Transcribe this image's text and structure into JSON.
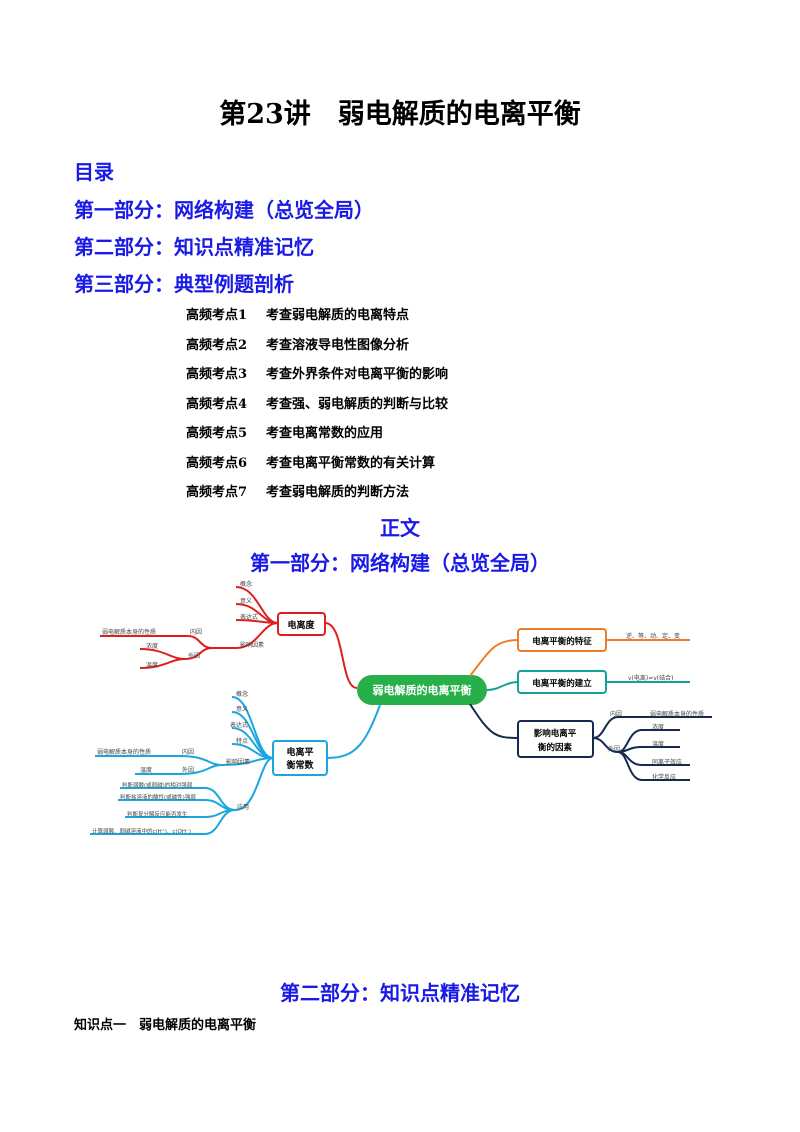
{
  "title": "第23讲　弱电解质的电离平衡",
  "toc": {
    "heading": "目录",
    "parts": [
      "第一部分：网络构建（总览全局）",
      "第二部分：知识点精准记忆",
      "第三部分：典型例题剖析"
    ],
    "items": [
      {
        "num": "高频考点1",
        "text": "考查弱电解质的电离特点"
      },
      {
        "num": "高频考点2",
        "text": "考查溶液导电性图像分析"
      },
      {
        "num": "高频考点3",
        "text": "考查外界条件对电离平衡的影响"
      },
      {
        "num": "高频考点4",
        "text": "考查强、弱电解质的判断与比较"
      },
      {
        "num": "高频考点5",
        "text": "考查电离常数的应用"
      },
      {
        "num": "高频考点6",
        "text": "考查电离平衡常数的有关计算"
      },
      {
        "num": "高频考点7",
        "text": "考查弱电解质的判断方法"
      }
    ]
  },
  "body_heading": "正文",
  "part1_heading": "第一部分：网络构建（总览全局）",
  "mindmap": {
    "center": "弱电解质的电离平衡",
    "degree": {
      "label": "电离度",
      "items": [
        "概念",
        "意义",
        "表达式"
      ],
      "influence": "影响因素",
      "internal": "内因",
      "internal_leaf": "弱电解质本身的性质",
      "external": "外因",
      "external_items": [
        "浓度",
        "温度"
      ]
    },
    "constant": {
      "label_1": "电离平",
      "label_2": "衡常数",
      "items": [
        "概念",
        "意义",
        "表达式",
        "特点"
      ],
      "influence": "影响因素",
      "internal": "内因",
      "internal_leaf": "弱电解质本身的性质",
      "external_leaf": "温度",
      "external": "外因",
      "application": "应用",
      "apps": [
        "判断弱酸(或弱碱)的相对强弱",
        "判断盐溶液的酸性(或碱性)强弱",
        "判断复分解反应能否发生",
        "计算弱酸、弱碱溶液中的c(H⁺)、c(OH⁻)"
      ]
    },
    "feature": {
      "label": "电离平衡的特征",
      "leaf": "逆、等、动、定、变"
    },
    "build": {
      "label": "电离平衡的建立",
      "leaf": "v(电离)=v(结合)"
    },
    "factors": {
      "label_1": "影响电离平",
      "label_2": "衡的因素",
      "internal": "内因",
      "internal_leaf": "弱电解质本身的性质",
      "external": "外因",
      "external_items": [
        "浓度",
        "温度",
        "同离子效应",
        "化学反应"
      ]
    }
  },
  "part2_heading": "第二部分：知识点精准记忆",
  "knowledge_point_1": "知识点一　弱电解质的电离平衡"
}
